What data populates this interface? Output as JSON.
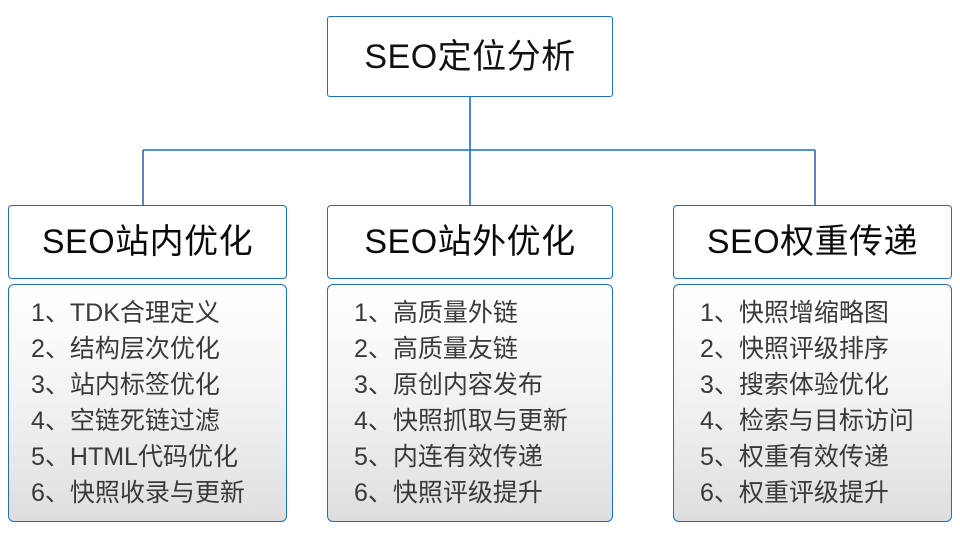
{
  "diagram": {
    "type": "tree",
    "root": {
      "label": "SEO定位分析"
    },
    "accent_color": "#1f6fb5",
    "branches": [
      {
        "title": "SEO站内优化",
        "items": [
          "1、TDK合理定义",
          "2、结构层次优化",
          "3、站内标签优化",
          "4、空链死链过滤",
          "5、HTML代码优化",
          "6、快照收录与更新"
        ]
      },
      {
        "title": "SEO站外优化",
        "items": [
          "1、高质量外链",
          "2、高质量友链",
          "3、原创内容发布",
          "4、快照抓取与更新",
          "5、内连有效传递",
          "6、快照评级提升"
        ]
      },
      {
        "title": "SEO权重传递",
        "items": [
          "1、快照增缩略图",
          "2、快照评级排序",
          "3、搜索体验优化",
          "4、检索与目标访问",
          "5、权重有效传递",
          "6、权重评级提升"
        ]
      }
    ]
  }
}
